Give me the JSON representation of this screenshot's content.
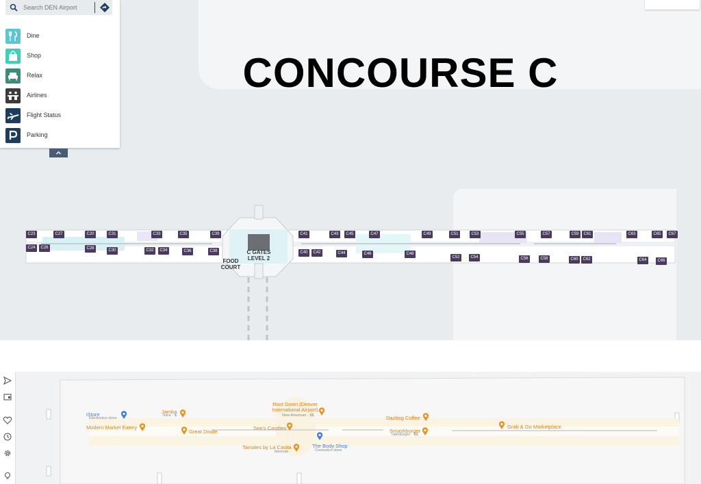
{
  "search": {
    "placeholder": "Search DEN Airport"
  },
  "menu": [
    {
      "label": "Dine",
      "color": "#5cc6d0",
      "icon": "fork-knife-icon"
    },
    {
      "label": "Shop",
      "color": "#3ecfb8",
      "icon": "shopping-bag-icon"
    },
    {
      "label": "Relax",
      "color": "#3b8c7a",
      "icon": "armchair-icon"
    },
    {
      "label": "Airlines",
      "color": "#3c3c3c",
      "icon": "airline-counter-icon"
    },
    {
      "label": "Flight Status",
      "color": "#1c3d5e",
      "icon": "airplane-icon"
    },
    {
      "label": "Parking",
      "color": "#1c3d5e",
      "icon": "parking-icon"
    }
  ],
  "map": {
    "title": "CONCOURSE C",
    "center_label": "C GATES LEVEL 2",
    "food_court": "FOOD COURT",
    "gate_color": "#4a3b5e",
    "gates_top": [
      "C23",
      "C27",
      "C20",
      "C31",
      "C33",
      "C35",
      "C39",
      "C41",
      "C43",
      "C45",
      "C47",
      "C49",
      "C51",
      "C53",
      "C55",
      "C57",
      "C59",
      "C61",
      "C63",
      "C65",
      "C67"
    ],
    "gates_bottom": [
      "C24",
      "C26",
      "C28",
      "C30",
      "C32",
      "C34",
      "C36",
      "C38",
      "C40",
      "C42",
      "C44",
      "C46",
      "C48",
      "C52",
      "C54",
      "C56",
      "C58",
      "C60",
      "C62",
      "C64",
      "C66"
    ]
  },
  "places": [
    {
      "name": "iStore",
      "sub": "Electronics store",
      "kind": "shop"
    },
    {
      "name": "Jamba",
      "sub": "Juice · $",
      "kind": "food"
    },
    {
      "name": "Root Down (Denver International Airport)",
      "sub": "New American · $$",
      "kind": "food"
    },
    {
      "name": "Dazbog Coffee",
      "sub": "",
      "kind": "food"
    },
    {
      "name": "Modern Market Eatery",
      "sub": "",
      "kind": "food"
    },
    {
      "name": "Great Divide",
      "sub": "",
      "kind": "food"
    },
    {
      "name": "See's Candies",
      "sub": "",
      "kind": "food"
    },
    {
      "name": "Smashburger",
      "sub": "Hamburger · $$",
      "kind": "food"
    },
    {
      "name": "Grab & Go Marketplace",
      "sub": "",
      "kind": "food"
    },
    {
      "name": "The Body Shop",
      "sub": "Cosmetics store",
      "kind": "shop"
    },
    {
      "name": "Tamales by La Casita",
      "sub": "Mexican",
      "kind": "food"
    }
  ],
  "tools": [
    "navigate-icon",
    "saved-icon",
    "heart-icon",
    "history-icon",
    "settings-icon",
    "lightbulb-icon"
  ],
  "colors": {
    "food": "#e8931c",
    "shop": "#3f7ee0",
    "panel_accent": "#4a5b78"
  }
}
